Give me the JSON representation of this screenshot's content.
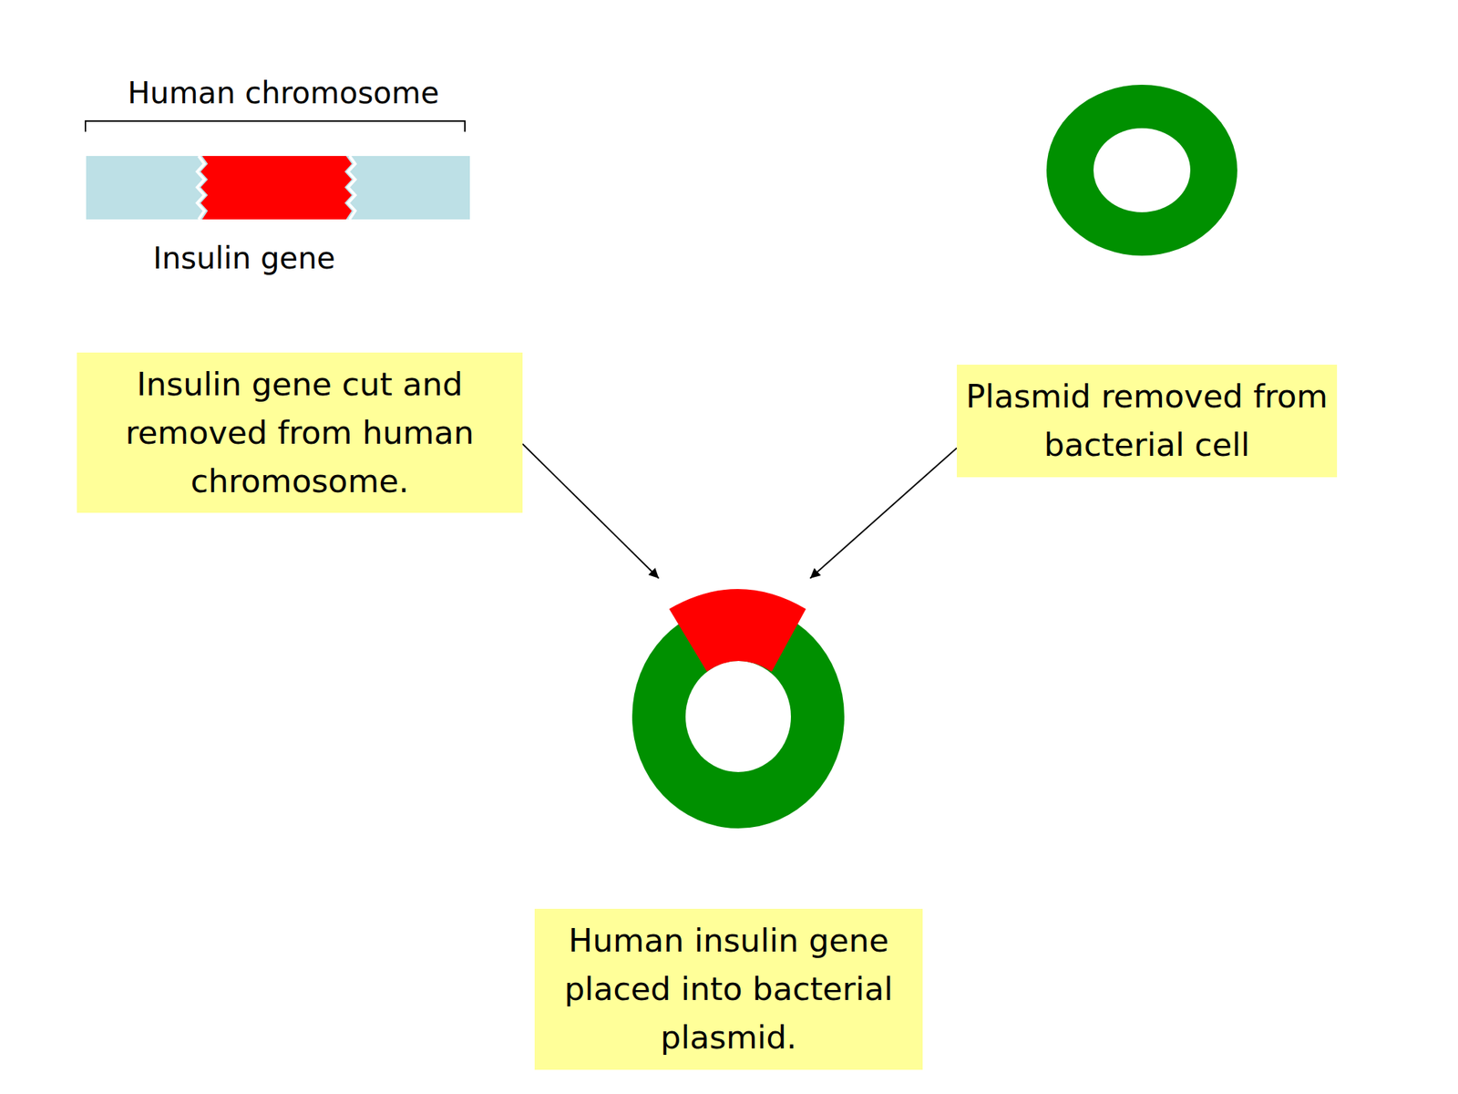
{
  "diagram": {
    "nodes": [
      {
        "text": [
          "Insulin gene cut and removed from human chromosome."
        ]
      },
      {
        "text": [
          "Plasmid removed from bacterial cell"
        ]
      },
      {
        "text": [
          "Human insulin gene placed into bacterial plasmid."
        ]
      }
    ],
    "edges": [
      {
        "from": 0,
        "to": 2,
        "arrow": "to"
      },
      {
        "from": 1,
        "to": 2,
        "arrow": "to"
      }
    ],
    "labels": [
      "Human chromosome",
      "Insulin gene"
    ]
  }
}
